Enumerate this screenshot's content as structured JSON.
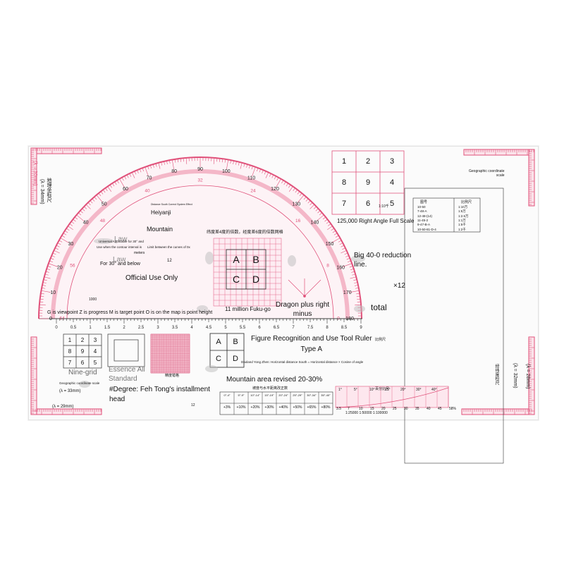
{
  "labels": {
    "law_1": "Law",
    "law_2": "Law",
    "mountain": "Mountain",
    "heiyanji": "Heiyanji",
    "distance_effect": "Distance South Correct System Effect",
    "universal_note": "Universal Applicable for 30° and",
    "use_when_note": "Use when the contour interval is",
    "limit_note": "Limit between the curves of 0x",
    "meters": "meters",
    "for_30": "For 30° and below",
    "official_use": "Official Use Only",
    "viewpoint_note": "G is viewpoint Z is progress M is target point O is on the map is point height",
    "dragon": "Dragon plus right\nminus",
    "eleven_million": "11 million Fuku-go",
    "figure_title": "Figure Recognition and Use Tool Ruler\nType A",
    "right_angle": "125,000 Right Angle Full Scale",
    "big_reduction": "Big 40-0 reduction\nline.",
    "total": "total",
    "nine_grid": "Nine-grid",
    "essence_all": "Essence All\nStandard",
    "degree_note": "#Degree: Feh Tong's installment\nhead",
    "mountain_revised": "Mountain area revised 20-30%",
    "daoland": "Daoland Yong Zhen: Horizontal distance South = Horizontal distance × Cosine of angle",
    "geo_coord_top": "Geographic coordinate\nscale",
    "geo_coord_left": "Geographic coordinate scale",
    "lambda_34": "(λ = 34mm)",
    "lambda_30": "(λ = 30mm)",
    "lambda_29": "(λ = 29mm)",
    "lambda_33": "(λ = 33mm)",
    "lambda_32": "(λ = 32mm)",
    "lambda_28": "(λ = 28mm)",
    "cn_tick_title": "地理坐标尺",
    "cn_ruler_30": "经纬度检尺",
    "cn_header": "纬度差4度的倍数，经度差6度的倍数网格",
    "cn_table_title": "坡度与水平距离改正数",
    "cn_scale_title": "比例尺",
    "cn_scale_row": "1:25000   1:50000   1:100000",
    "cn_percent": "百分比尺",
    "cn_accuracy": "精度错格",
    "twelve": "12",
    "twelve_b": "12",
    "ratio_1000": "1000",
    "x12": "×12",
    "one_to_10": "1:10千"
  },
  "protractor": {
    "outer_labels": [
      "0",
      "10",
      "20",
      "30",
      "40",
      "50",
      "60",
      "70",
      "80",
      "90",
      "100",
      "110",
      "120",
      "130",
      "140",
      "150",
      "160",
      "170",
      "180"
    ],
    "inner_labels": [
      "64",
      "56",
      "48",
      "40",
      "32",
      "24",
      "16",
      "8",
      "0"
    ]
  },
  "bottom_scale": [
    "0",
    "0.5",
    "1",
    "1.5",
    "2",
    "2.5",
    "3",
    "3.5",
    "4",
    "4.5",
    "5",
    "5.5",
    "6",
    "6.5",
    "7",
    "7.5",
    "8",
    "8.5",
    "9"
  ],
  "top_grid": [
    "1",
    "2",
    "3",
    "8",
    "9",
    "4",
    "7",
    "6",
    "5"
  ],
  "nine_grid": [
    "1",
    "2",
    "3",
    "8",
    "9",
    "4",
    "7",
    "6",
    "5"
  ],
  "abcd": [
    "A",
    "B",
    "C",
    "D"
  ],
  "abcd_small": [
    "A",
    "B",
    "C",
    "D"
  ],
  "slope_row_top": [
    "0°-4°",
    "5°-9°",
    "10°-14°",
    "15°-19°",
    "20°-24°",
    "25°-29°",
    "30°-34°",
    "35°-40°"
  ],
  "slope_row_bottom": [
    "+3%",
    "+10%",
    "+20%",
    "+30%",
    "+40%",
    "+50%",
    "+65%",
    "+80%"
  ],
  "right_table": {
    "header": [
      "图号",
      "比例尺"
    ],
    "rows": [
      [
        "10-50",
        "1:10万"
      ],
      [
        "7-48-A",
        "1:5万"
      ],
      [
        "12-48-(14)",
        "1:2.5万"
      ],
      [
        "11-45-2",
        "1:1万"
      ],
      [
        "9-47-B-A",
        "1:5千"
      ],
      [
        "10-50-81-D-4",
        "1:2千"
      ]
    ]
  },
  "log_scale": [
    "3.5",
    "7",
    "10",
    "15",
    "20",
    "25",
    "30",
    "35",
    "40",
    "45",
    "58%"
  ],
  "slope_angles": [
    "1°",
    "5°",
    "10°",
    "15°",
    "20°",
    "30°",
    "40°"
  ],
  "colors": {
    "pink": "#e0517a",
    "light_pink": "#f4b7c8",
    "ink": "#111111"
  }
}
